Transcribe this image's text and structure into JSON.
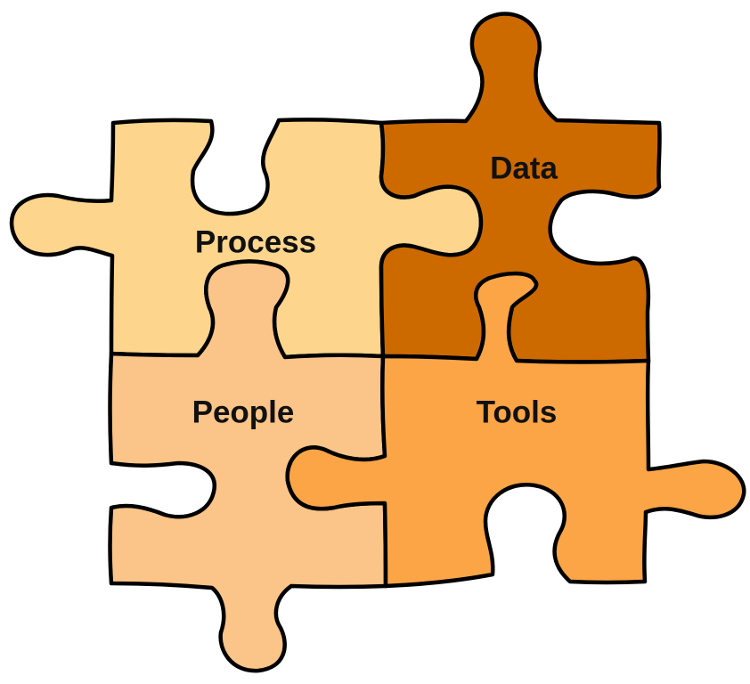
{
  "diagram": {
    "type": "jigsaw-puzzle",
    "pieces": [
      {
        "id": "process",
        "label": "Process",
        "color": "#FDD58C",
        "position": "top-left"
      },
      {
        "id": "data",
        "label": "Data",
        "color": "#CC6A00",
        "position": "top-right"
      },
      {
        "id": "people",
        "label": "People",
        "color": "#FBC488",
        "position": "bottom-left"
      },
      {
        "id": "tools",
        "label": "Tools",
        "color": "#FBA546",
        "position": "bottom-right"
      }
    ]
  }
}
